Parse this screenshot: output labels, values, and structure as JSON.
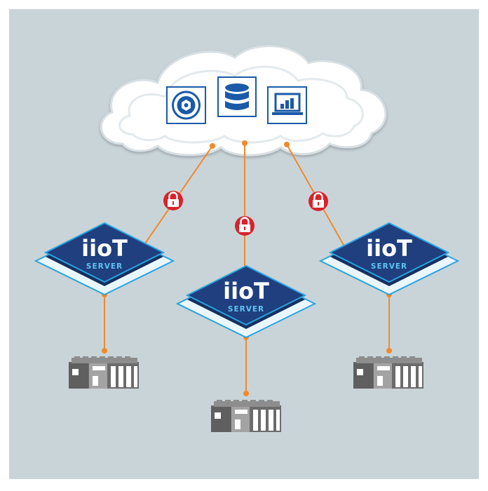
{
  "colors": {
    "background": "#c9d4d9",
    "frame": "#ffffff",
    "cloud_fill": "#ffffff",
    "cloud_edge": "#d8e0e4",
    "tile_blue": "#1a5aa8",
    "server_navy": "#1f3f7f",
    "server_navy_dark": "#16305f",
    "server_rim": "#29a3e0",
    "server_plate": "#eaf6fd",
    "link_orange": "#f08a2a",
    "lock_red": "#d9222b",
    "plc_dark": "#6b6b6b",
    "plc_light": "#9d9d9d"
  },
  "cloud": {
    "icons": [
      "gear-icon",
      "database-icon",
      "laptop-chart-icon"
    ]
  },
  "servers": [
    {
      "logo": "iioT",
      "caption": "SERVER"
    },
    {
      "logo": "iioT",
      "caption": "SERVER"
    },
    {
      "logo": "iioT",
      "caption": "SERVER"
    }
  ],
  "links": {
    "cloud_to_server": {
      "count": 3,
      "secured_icon": "padlock-icon"
    },
    "server_to_device": {
      "count": 3,
      "device_icon": "plc-rack-icon"
    }
  }
}
